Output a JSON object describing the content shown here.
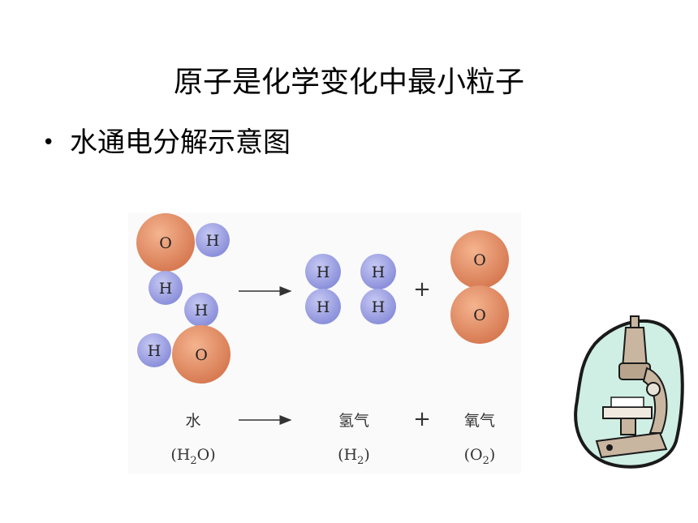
{
  "slide": {
    "title": "原子是化学变化中最小粒子",
    "bullet": "水通电分解示意图"
  },
  "diagram": {
    "atoms": {
      "oxygen_symbol": "O",
      "hydrogen_symbol": "H"
    },
    "plus_sign": "+",
    "equation": {
      "reactant_name": "水",
      "reactant_formula_open": "(H",
      "reactant_formula_sub": "2",
      "reactant_formula_close": "O)",
      "product1_name": "氢气",
      "product1_formula_open": "(H",
      "product1_formula_sub": "2",
      "product1_formula_close": ")",
      "product2_name": "氧气",
      "product2_formula_open": "(O",
      "product2_formula_sub": "2",
      "product2_formula_close": ")"
    },
    "colors": {
      "oxygen": "#e08a63",
      "hydrogen": "#9a9ee0",
      "arrow": "#333333"
    }
  },
  "clipart": {
    "icon": "microscope-icon",
    "colors": {
      "background": "#cfeee4",
      "body": "#c9b6a0",
      "outline": "#1a1a1a"
    }
  }
}
